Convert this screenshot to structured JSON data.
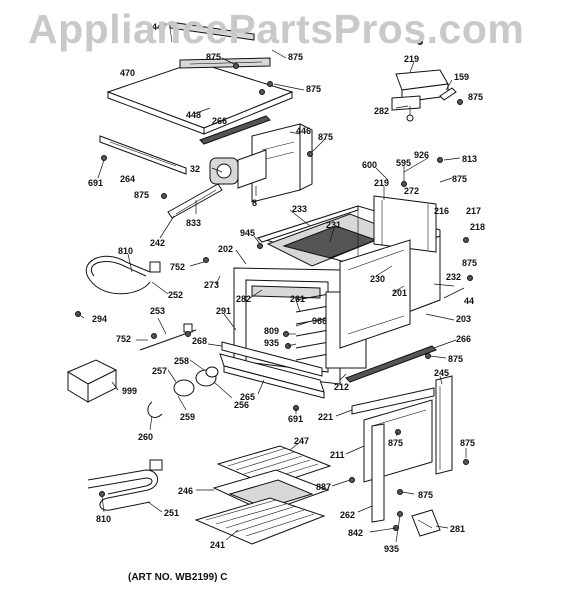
{
  "watermark": "AppliancePartsPros.com",
  "art_number": "(ART NO. WB2199) C",
  "part_labels": [
    "447",
    "875",
    "875",
    "470",
    "448",
    "266",
    "875",
    "446",
    "875",
    "691",
    "264",
    "32",
    "875",
    "833",
    "8",
    "242",
    "219",
    "159",
    "875",
    "282",
    "600",
    "595",
    "926",
    "813",
    "219",
    "875",
    "272",
    "216",
    "217",
    "218",
    "233",
    "231",
    "945",
    "202",
    "810",
    "752",
    "273",
    "875",
    "232",
    "44",
    "252",
    "230",
    "201",
    "282",
    "261",
    "294",
    "253",
    "291",
    "966",
    "809",
    "935",
    "752",
    "203",
    "268",
    "266",
    "875",
    "258",
    "257",
    "256",
    "999",
    "212",
    "265",
    "691",
    "221",
    "245",
    "260",
    "259",
    "247",
    "875",
    "211",
    "875",
    "887",
    "875",
    "246",
    "810",
    "251",
    "262",
    "281",
    "842",
    "935",
    "241"
  ]
}
